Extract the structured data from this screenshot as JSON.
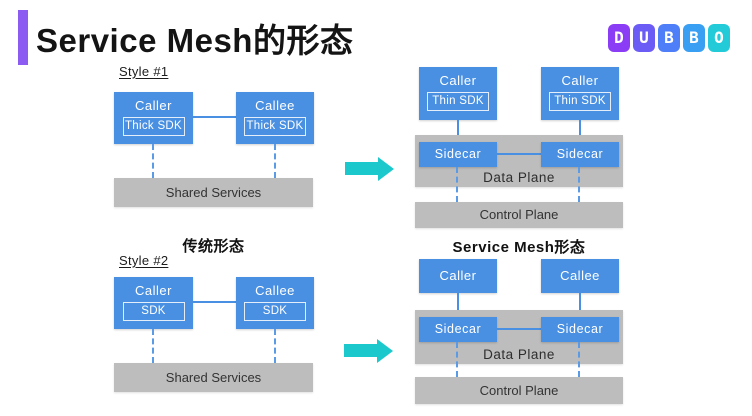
{
  "title": "Service Mesh的形态",
  "logo": {
    "alt": "Dubbo",
    "letters": [
      "D",
      "U",
      "B",
      "B",
      "O"
    ]
  },
  "colors": {
    "accent_purple": "#8C5BF2",
    "node_blue": "#4A90E2",
    "bar_gray": "#BDBDBD",
    "arrow_cyan": "#1BC9CC",
    "logo_gradient": [
      "#8B3DF5",
      "#6B5CF6",
      "#4E7EF8",
      "#389FF3",
      "#23CBD9"
    ]
  },
  "left": {
    "style1": {
      "label": "Style #1",
      "caller": "Caller",
      "callee": "Callee",
      "caller_sdk": "Thick SDK",
      "callee_sdk": "Thick SDK",
      "shared_services": "Shared Services"
    },
    "traditional_caption": "传统形态",
    "style2": {
      "label": "Style #2",
      "caller": "Caller",
      "callee": "Callee",
      "caller_sdk": "SDK",
      "callee_sdk": "SDK",
      "shared_services": "Shared Services"
    }
  },
  "right": {
    "mesh_caption": "Service Mesh形态",
    "top": {
      "node1": "Caller",
      "node1_sdk": "Thin SDK",
      "node2": "Caller",
      "node2_sdk": "Thin SDK",
      "sidecar1": "Sidecar",
      "sidecar2": "Sidecar",
      "data_plane": "Data Plane",
      "control_plane": "Control Plane"
    },
    "bottom": {
      "node1": "Caller",
      "node2": "Callee",
      "sidecar1": "Sidecar",
      "sidecar2": "Sidecar",
      "data_plane": "Data Plane",
      "control_plane": "Control Plane"
    }
  }
}
